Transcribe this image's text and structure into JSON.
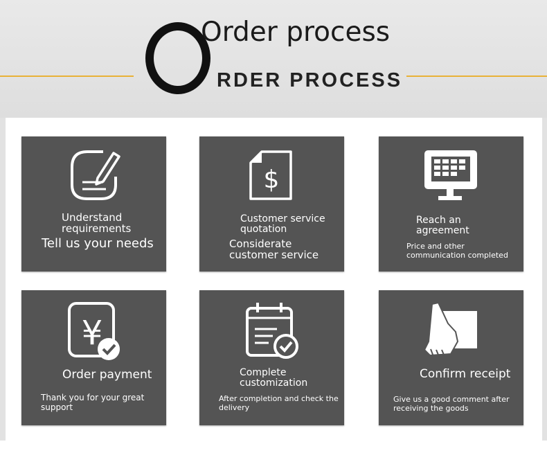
{
  "header": {
    "title": "Order process",
    "subtitle": "RDER PROCESS",
    "accent_color": "#e9b237"
  },
  "steps": [
    {
      "icon": "edit-document-icon",
      "title": "Understand\nrequirements",
      "desc": "Tell us your needs"
    },
    {
      "icon": "price-document-icon",
      "title": "Customer service\nquotation",
      "desc": "Considerate\ncustomer service"
    },
    {
      "icon": "monitor-icon",
      "title": "Reach an\nagreement",
      "desc": "Price and other\ncommunication completed"
    },
    {
      "icon": "yen-payment-icon",
      "title": "Order payment",
      "desc": "Thank you for your great\nsupport"
    },
    {
      "icon": "calendar-check-icon",
      "title": "Complete\ncustomization",
      "desc": "After completion and check the\ndelivery"
    },
    {
      "icon": "box-handoff-icon",
      "title": "Confirm receipt",
      "desc": "Give us a good comment after\nreceiving the goods"
    }
  ]
}
